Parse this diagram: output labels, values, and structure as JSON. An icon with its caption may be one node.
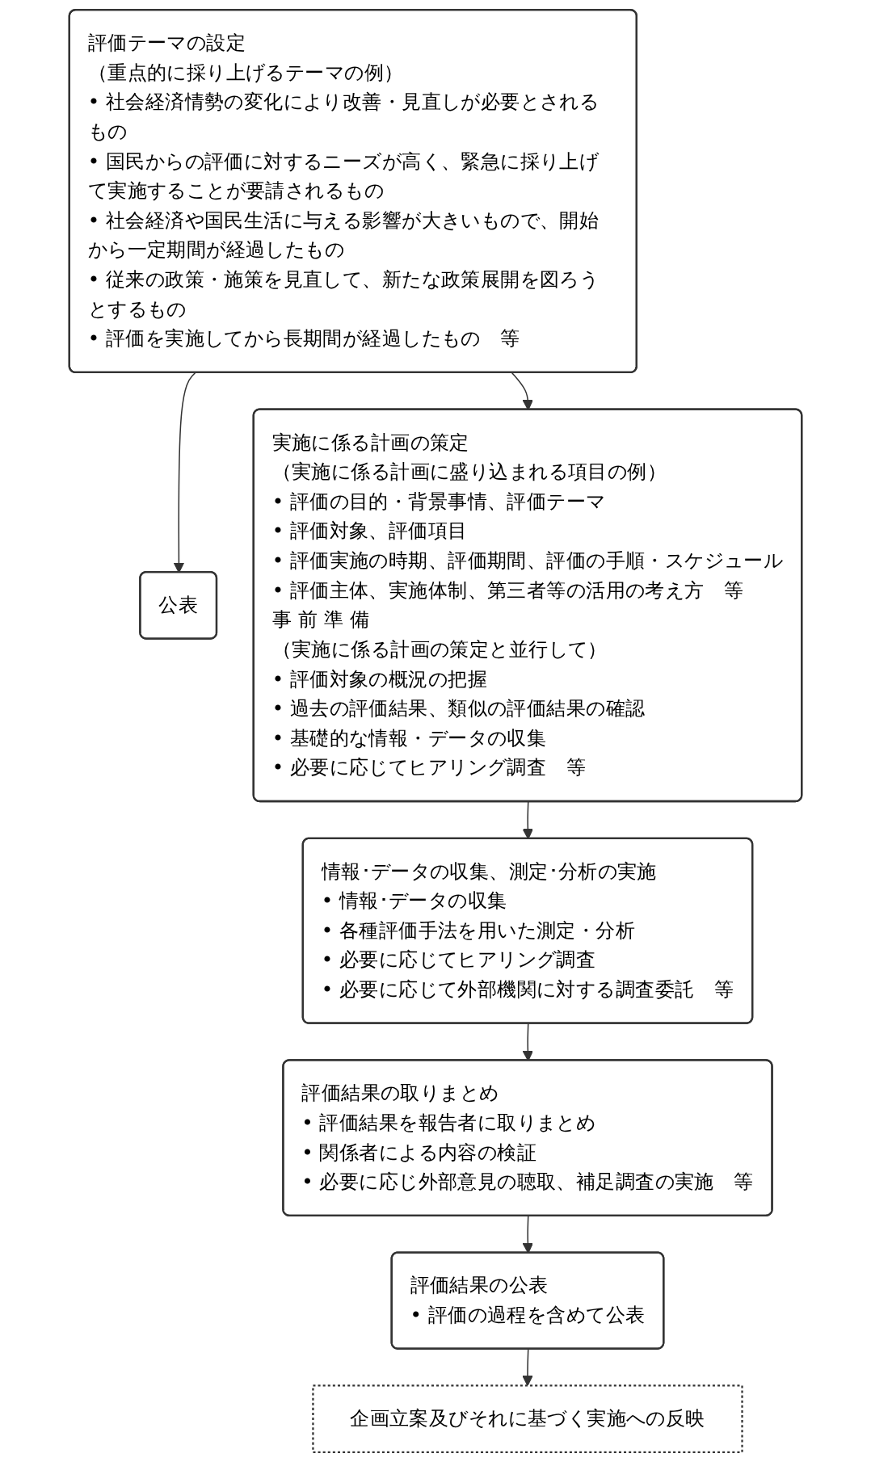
{
  "diagram": {
    "nodes": [
      {
        "text": [
          "評価テーマの設定",
          "（重点的に採り上げるテーマの例）",
          "• 社会経済情勢の変化により改善・見直しが必要とされるもの",
          "• 国民からの評価に対するニーズが高く、緊急に採り上げて実施することが要請されるもの",
          "• 社会経済や国民生活に与える影響が大きいもので、開始から一定期間が経過したもの",
          "• 従来の政策・施策を見直して、新たな政策展開を図ろうとするもの",
          "• 評価を実施してから長期間が経過したもの　等"
        ]
      },
      {
        "text": [
          "公表"
        ]
      },
      {
        "text": [
          "実施に係る計画の策定",
          "（実施に係る計画に盛り込まれる項目の例）",
          "• 評価の目的・背景事情、評価テーマ",
          "• 評価対象、評価項目",
          "• 評価実施の時期、評価期間、評価の手順・スケジュール",
          "• 評価主体、実施体制、第三者等の活用の考え方　等",
          "事 前 準 備",
          "（実施に係る計画の策定と並行して）",
          "• 評価対象の概況の把握",
          "• 過去の評価結果、類似の評価結果の確認",
          "• 基礎的な情報・データの収集",
          "• 必要に応じてヒアリング調査　等"
        ]
      },
      {
        "text": [
          "情報･データの収集、測定･分析の実施",
          "• 情報･データの収集",
          "• 各種評価手法を用いた測定・分析",
          "• 必要に応じてヒアリング調査",
          "• 必要に応じて外部機関に対する調査委託　等"
        ]
      },
      {
        "text": [
          "評価結果の取りまとめ",
          "• 評価結果を報告者に取りまとめ",
          "• 関係者による内容の検証",
          "• 必要に応じ外部意見の聴取、補足調査の実施　等"
        ]
      },
      {
        "text": [
          "評価結果の公表",
          "• 評価の過程を含めて公表"
        ]
      },
      {
        "text": [
          "企画立案及びそれに基づく実施への反映"
        ]
      }
    ],
    "edges": [
      {
        "from": 0,
        "to": 1,
        "arrow": "to"
      },
      {
        "from": 0,
        "to": 2,
        "arrow": "to"
      },
      {
        "from": 2,
        "to": 3,
        "arrow": "to"
      },
      {
        "from": 3,
        "to": 4,
        "arrow": "to"
      },
      {
        "from": 4,
        "to": 5,
        "arrow": "to"
      },
      {
        "from": 5,
        "to": 6,
        "arrow": "to"
      }
    ]
  }
}
